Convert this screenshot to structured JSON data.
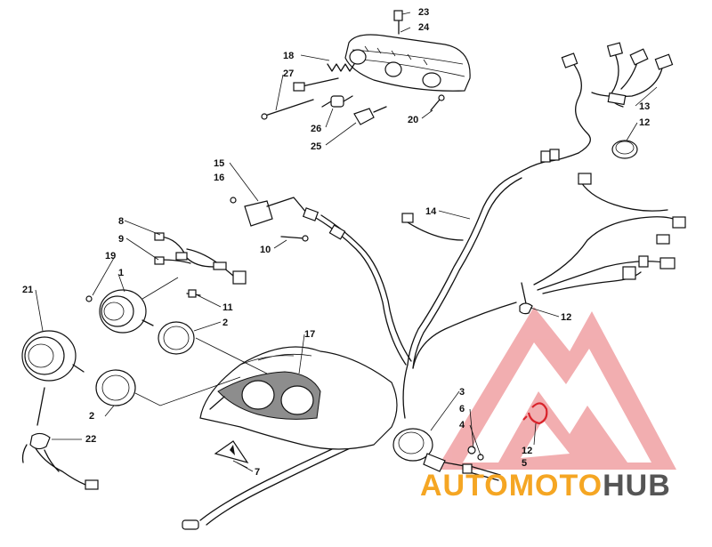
{
  "diagram": {
    "callouts": [
      {
        "id": "c23",
        "text": "23"
      },
      {
        "id": "c24",
        "text": "24"
      },
      {
        "id": "c18",
        "text": "18"
      },
      {
        "id": "c27",
        "text": "27"
      },
      {
        "id": "c26",
        "text": "26"
      },
      {
        "id": "c25",
        "text": "25"
      },
      {
        "id": "c20",
        "text": "20"
      },
      {
        "id": "c13",
        "text": "13"
      },
      {
        "id": "c12a",
        "text": "12"
      },
      {
        "id": "c15",
        "text": "15"
      },
      {
        "id": "c16",
        "text": "16"
      },
      {
        "id": "c14",
        "text": "14"
      },
      {
        "id": "c10",
        "text": "10"
      },
      {
        "id": "c8",
        "text": "8"
      },
      {
        "id": "c9",
        "text": "9"
      },
      {
        "id": "c19",
        "text": "19"
      },
      {
        "id": "c1",
        "text": "1"
      },
      {
        "id": "c11",
        "text": "11"
      },
      {
        "id": "c21",
        "text": "21"
      },
      {
        "id": "c2a",
        "text": "2"
      },
      {
        "id": "c17",
        "text": "17"
      },
      {
        "id": "c12b",
        "text": "12"
      },
      {
        "id": "c3",
        "text": "3"
      },
      {
        "id": "c6",
        "text": "6"
      },
      {
        "id": "c4",
        "text": "4"
      },
      {
        "id": "c2b",
        "text": "2"
      },
      {
        "id": "c22",
        "text": "22"
      },
      {
        "id": "c12c",
        "text": "12"
      },
      {
        "id": "c5",
        "text": "5"
      },
      {
        "id": "c7",
        "text": "7"
      }
    ]
  },
  "watermark": {
    "part1": "AUTO",
    "part2": "MOTO",
    "part3": "HUB",
    "color_orange": "#f5a623",
    "color_red": "#e8454a",
    "color_grey": "#555555"
  },
  "colors": {
    "ink": "#111111",
    "highlight": "#d9232b"
  }
}
